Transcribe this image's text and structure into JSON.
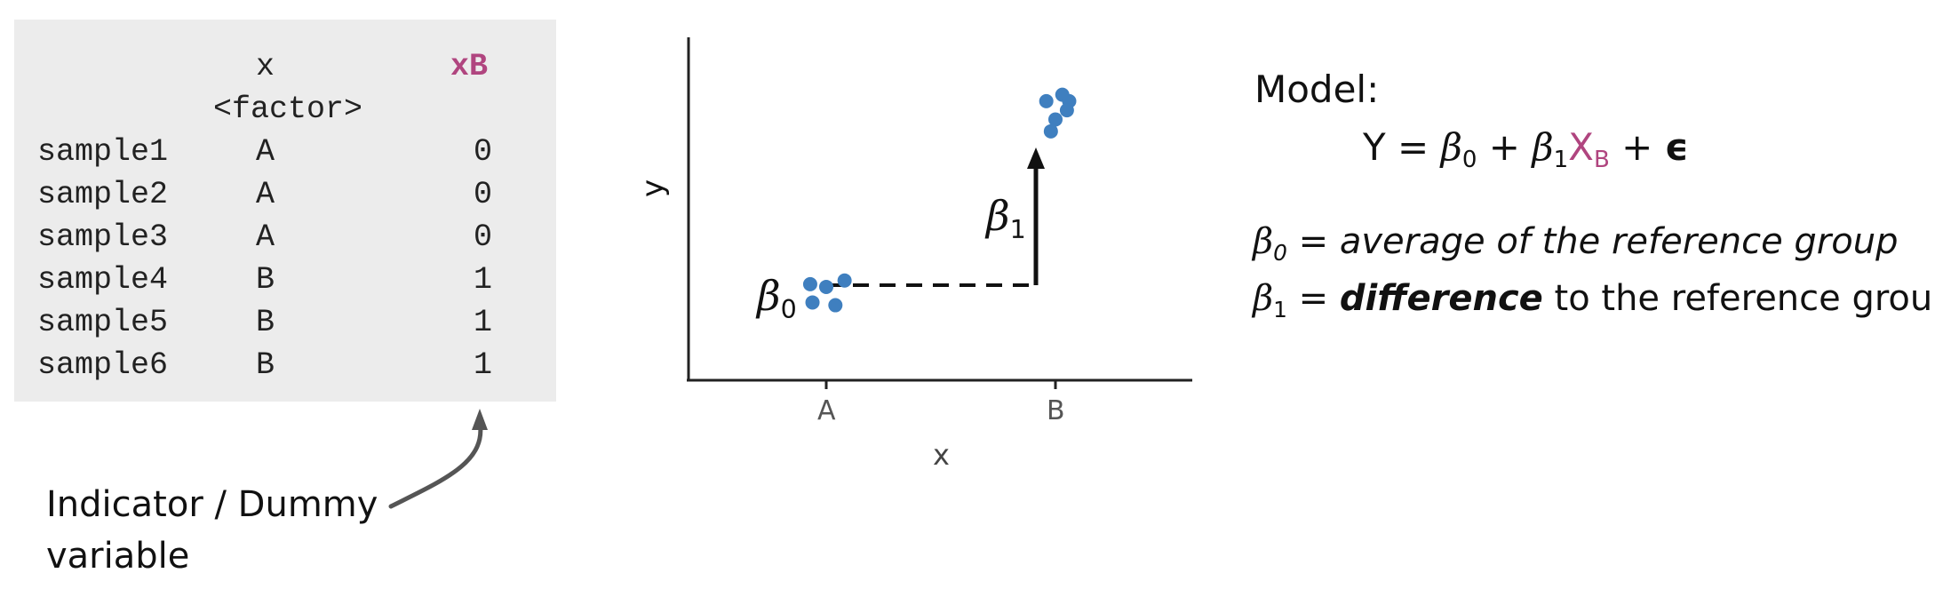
{
  "table": {
    "col_x": "x",
    "col_xb": "xB",
    "col_x_type": "<factor>",
    "rows": [
      {
        "name": "sample1",
        "x": "A",
        "xb": "0"
      },
      {
        "name": "sample2",
        "x": "A",
        "xb": "0"
      },
      {
        "name": "sample3",
        "x": "A",
        "xb": "0"
      },
      {
        "name": "sample4",
        "x": "B",
        "xb": "1"
      },
      {
        "name": "sample5",
        "x": "B",
        "xb": "1"
      },
      {
        "name": "sample6",
        "x": "B",
        "xb": "1"
      }
    ]
  },
  "annotation": {
    "line1": "Indicator / Dummy",
    "line2": "variable"
  },
  "plot": {
    "ylabel": "y",
    "xlabel": "x",
    "tick_a": "A",
    "tick_b": "B",
    "beta0_sym": "β",
    "beta0_sub": "0",
    "beta1_sym": "β",
    "beta1_sub": "1",
    "points_a": [
      [
        -0.07,
        1.05
      ],
      [
        0.0,
        1.02
      ],
      [
        0.08,
        1.09
      ],
      [
        -0.06,
        0.85
      ],
      [
        0.04,
        0.82
      ]
    ],
    "points_b": [
      [
        -0.04,
        3.05
      ],
      [
        0.03,
        3.12
      ],
      [
        0.06,
        3.05
      ],
      [
        0.0,
        2.85
      ],
      [
        0.05,
        2.95
      ],
      [
        -0.02,
        2.72
      ]
    ]
  },
  "model": {
    "heading": "Model:",
    "eq_y": "Y = ",
    "eq_beta": "β",
    "eq_sub0": "0",
    "eq_plus1": " + ",
    "eq_sub1": "1",
    "eq_x": "X",
    "eq_xsub": "B",
    "eq_tail": " + ",
    "eq_eps": "ϵ",
    "def0_sub": "0",
    "def0_text": " = average of the reference group",
    "def1_sub": "1",
    "def1_eq": " = ",
    "def1_bold": "difference",
    "def1_rest": " to the reference group",
    "colors": {
      "accent": "#b0457f",
      "points": "#3f7fbf"
    }
  }
}
